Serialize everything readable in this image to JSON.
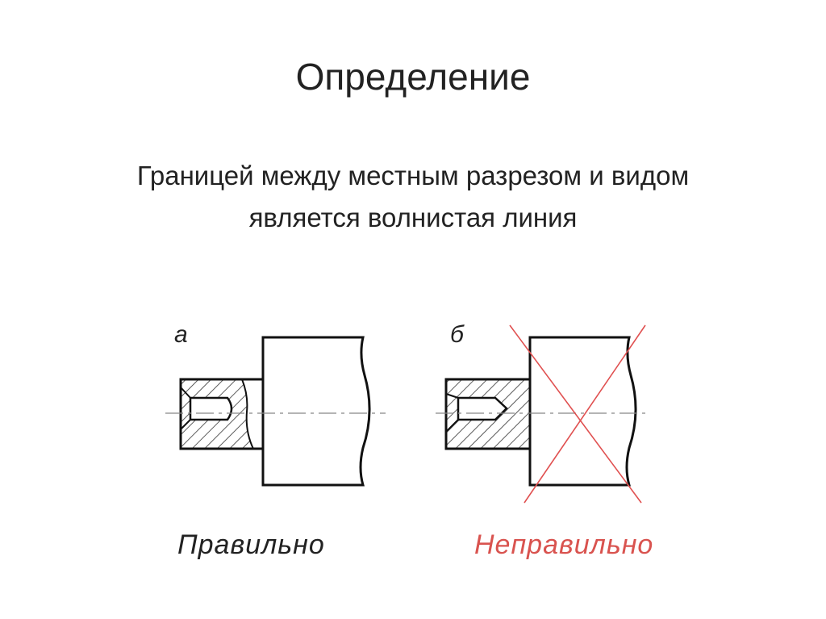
{
  "slide": {
    "title": "Определение",
    "body_line1": "Границей между местным разрезом и видом",
    "body_line2": "является волнистая линия"
  },
  "figures": [
    {
      "label": "а",
      "caption": "Правильно",
      "caption_color": "#222222",
      "crossed_out": false
    },
    {
      "label": "б",
      "caption": "Неправильно",
      "caption_color": "#d9534f",
      "crossed_out": true
    }
  ],
  "colors": {
    "line": "#111111",
    "hatch": "#333333",
    "cross": "#e05050",
    "axis": "#888888"
  }
}
